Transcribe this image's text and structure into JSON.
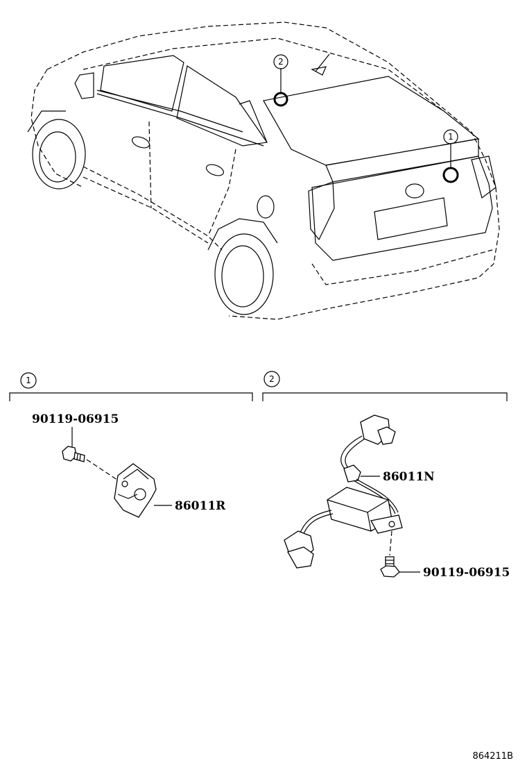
{
  "callouts": {
    "one": "1",
    "two": "2"
  },
  "sections": {
    "left": {
      "number": "1",
      "bolt_part": "90119-06915",
      "sensor_part": "86011R"
    },
    "right": {
      "number": "2",
      "module_part": "86011N",
      "bolt_part": "90119-06915"
    }
  },
  "footer": {
    "ref_code": "864211B"
  }
}
